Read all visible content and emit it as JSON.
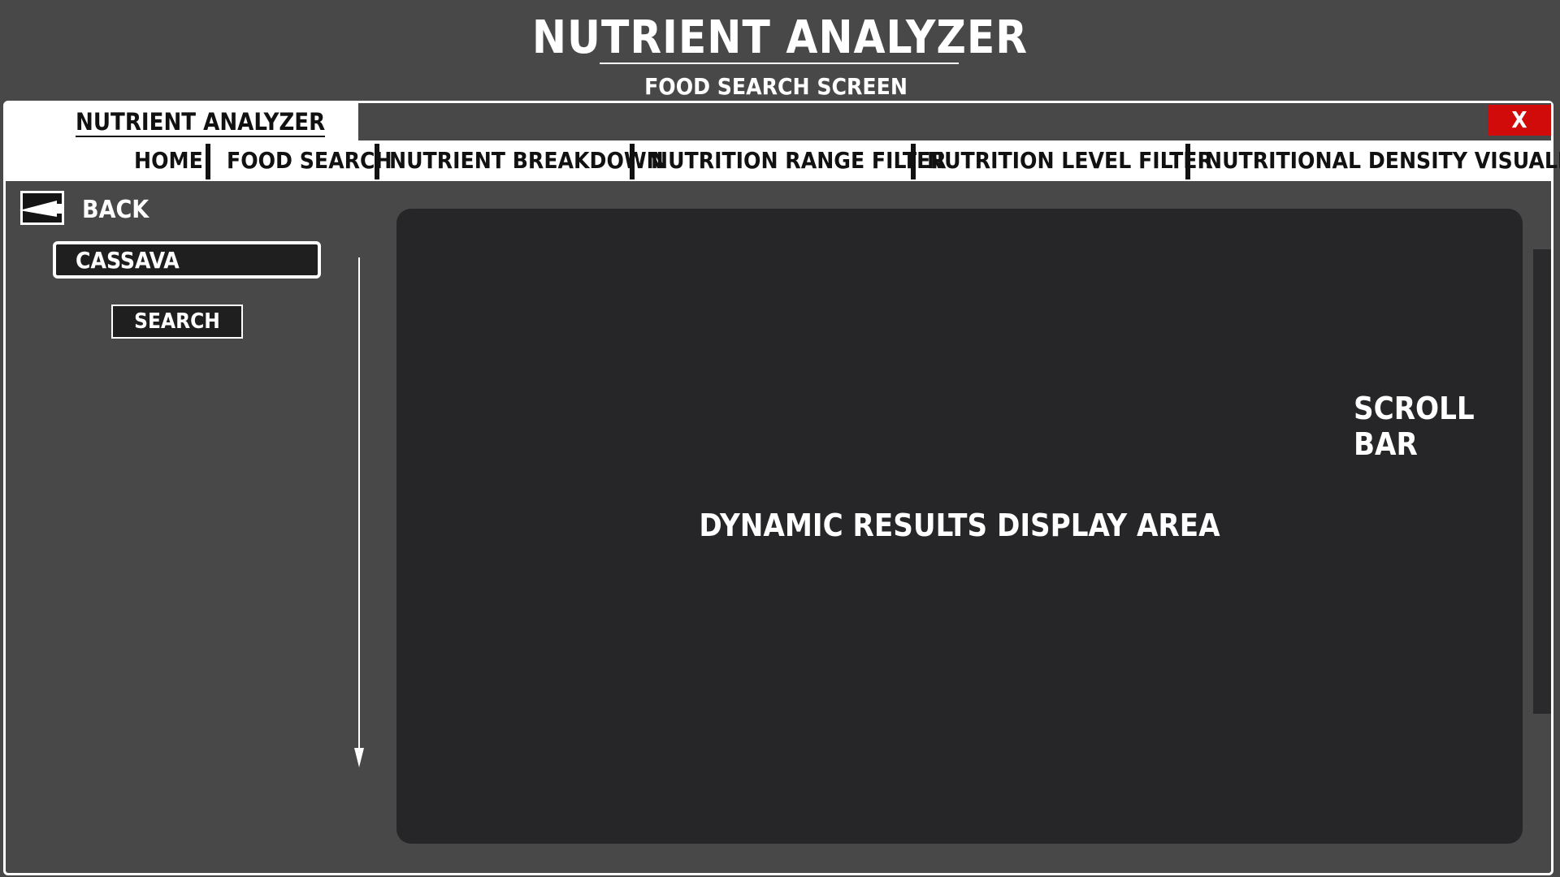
{
  "header": {
    "title": "NUTRIENT ANALYZER",
    "subtitle": "FOOD SEARCH SCREEN"
  },
  "window": {
    "tab_label": "NUTRIENT ANALYZER",
    "close_label": "X"
  },
  "nav": {
    "items": [
      {
        "label": "HOME"
      },
      {
        "label": "FOOD SEARCH"
      },
      {
        "label": "NUTRIENT BREAKDOWN"
      },
      {
        "label": "NUTRITION RANGE FILTER"
      },
      {
        "label": "NUTRITION LEVEL FILTER"
      },
      {
        "label": "NUTRITIONAL DENSITY VISUALIZER"
      }
    ]
  },
  "sidebar": {
    "back_label": "BACK",
    "search_value": "CASSAVA",
    "search_button_label": "SEARCH"
  },
  "results": {
    "area_label": "DYNAMIC RESULTS DISPLAY AREA",
    "scroll_label": "SCROLL BAR"
  },
  "colors": {
    "background": "#484848",
    "panel": "#262527",
    "close": "#d10a0a",
    "nav_background": "#ffffff"
  },
  "icons": {
    "back": "left-arrow-icon",
    "flow": "down-arrow-icon"
  }
}
